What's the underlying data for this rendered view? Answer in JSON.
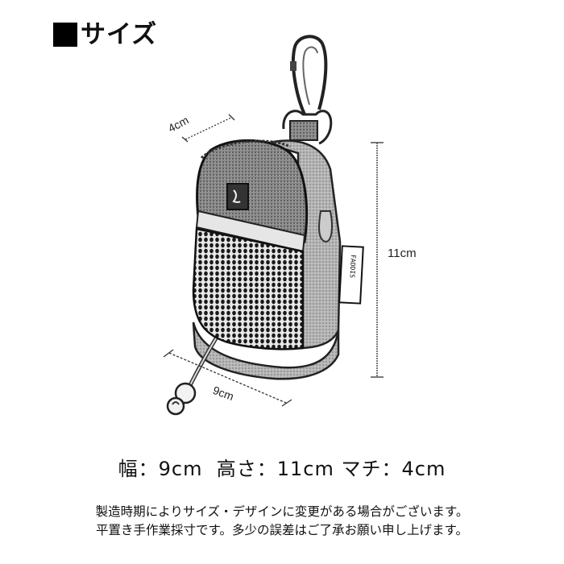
{
  "header": {
    "bullet_icon": "black-square-icon",
    "title": "サイズ"
  },
  "illustration": {
    "subject": "small backpack-shaped pouch with carabiner clip",
    "dimension_labels": {
      "depth": "4cm",
      "width": "9cm",
      "height": "11cm"
    },
    "tag_text": "FADDIS"
  },
  "specs": {
    "line": "幅：9cm  高さ：11cm マチ：4cm"
  },
  "notes": {
    "line1": "製造時期によりサイズ・デザインに変更がある場合がございます。",
    "line2": "平置き手作業採寸です。多少の誤差はご了承お願い申し上げます。"
  }
}
